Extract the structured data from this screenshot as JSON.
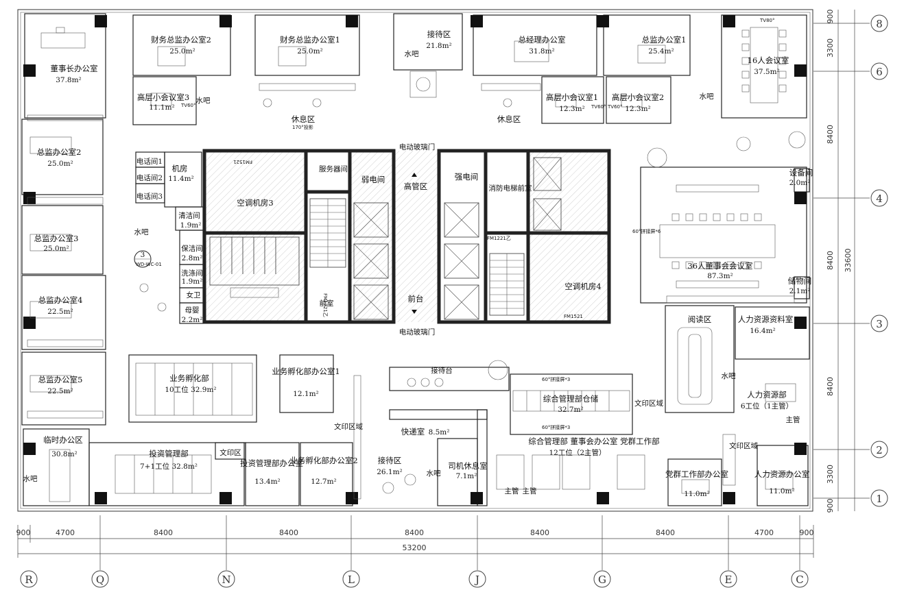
{
  "rooms": [
    {
      "name": "董事长办公室",
      "area": "37.8m²"
    },
    {
      "name": "财务总监办公室2",
      "area": "25.0m²"
    },
    {
      "name": "财务总监办公室1",
      "area": "25.0m²"
    },
    {
      "name": "接待区",
      "area": "21.8m²"
    },
    {
      "name": "总经理办公室",
      "area": "31.8m²"
    },
    {
      "name": "总监办公室1",
      "area": "25.4m²"
    },
    {
      "name": "16人会议室",
      "area": "37.5m²"
    },
    {
      "name": "高层小会议室3",
      "area": "11.1m²"
    },
    {
      "name": "高层小会议室1",
      "area": "12.3m²"
    },
    {
      "name": "高层小会议室2",
      "area": "12.3m²"
    },
    {
      "name": "总监办公室2",
      "area": "25.0m²"
    },
    {
      "name": "机房",
      "area": "11.4m²"
    },
    {
      "name": "空调机房3",
      "area": ""
    },
    {
      "name": "弱电间",
      "area": ""
    },
    {
      "name": "强电间",
      "area": ""
    },
    {
      "name": "高管区",
      "area": ""
    },
    {
      "name": "设备间",
      "area": "2.0m²"
    },
    {
      "name": "总监办公室3",
      "area": "25.0m²"
    },
    {
      "name": "36人董事会会议室",
      "area": "87.3m²"
    },
    {
      "name": "总监办公室4",
      "area": "22.5m²"
    },
    {
      "name": "空调机房4",
      "area": ""
    },
    {
      "name": "储物间",
      "area": "2.1m²"
    },
    {
      "name": "前台",
      "area": ""
    },
    {
      "name": "阅读区",
      "area": ""
    },
    {
      "name": "人力资源资料室",
      "area": "16.4m²"
    },
    {
      "name": "业务孵化部",
      "area": "10工位 32.9m²"
    },
    {
      "name": "业务孵化部办公室1",
      "area": "12.1m²"
    },
    {
      "name": "综合管理部仓储",
      "area": "32.7m²"
    },
    {
      "name": "人力资源部",
      "area": "6工位（1主管）"
    },
    {
      "name": "总监办公室5",
      "area": "22.5m²"
    },
    {
      "name": "快递室",
      "area": "8.5m²"
    },
    {
      "name": "临时办公区",
      "area": "30.8m²"
    },
    {
      "name": "投资管理部",
      "area": "7+1工位 32.8m²"
    },
    {
      "name": "投资管理部办公室",
      "area": "13.4m²"
    },
    {
      "name": "业务孵化部办公室2",
      "area": "12.7m²"
    },
    {
      "name": "接待区",
      "area": "26.1m²"
    },
    {
      "name": "司机休息室",
      "area": "7.1m²"
    },
    {
      "name": "综合管理部 董事会办公室 党群工作部",
      "area": "12工位（2主管）"
    },
    {
      "name": "党群工作部办公室",
      "area": "11.0m²"
    },
    {
      "name": "人力资源办公室",
      "area": "11.0m²"
    }
  ],
  "small_rooms": [
    {
      "name": "电话间1"
    },
    {
      "name": "电话间2"
    },
    {
      "name": "电话间3"
    },
    {
      "name": "清洁间",
      "area": "1.9m²"
    },
    {
      "name": "保洁间",
      "area": "2.8m²"
    },
    {
      "name": "洗涤间",
      "area": "1.9m²"
    },
    {
      "name": "女卫"
    },
    {
      "name": "母婴",
      "area": "2.2m²"
    },
    {
      "name": "服务器间"
    },
    {
      "name": "消防电梯前室"
    },
    {
      "name": "前室"
    }
  ],
  "labels": {
    "rest_left": "休息区",
    "projection": "170°投影",
    "rest_right": "休息区",
    "glass_door_top": "电动玻璃门",
    "glass_door_bottom": "电动玻璃门",
    "water_bar": "水吧",
    "reception_desk": "接待台",
    "print_area": "文印区域",
    "print_room": "文印区",
    "main": "主管",
    "screen_left": "60°拼接屏*6",
    "screen_mid1": "60°拼接屏*3",
    "screen_mid2": "60°拼接屏*3",
    "tv1": "TV60°",
    "tv2": "TV80°",
    "tv3": "TV60°",
    "tv4": "TV60°",
    "fire_door_1": "FM1521",
    "fire_door_2": "FM1221乙",
    "fire_door_3": "FM1221乙",
    "fire_door_4": "FM1521",
    "mark_num": "3",
    "mark_code": "WD-WC-01"
  },
  "dimensions": {
    "bottom": [
      "900",
      "4700",
      "8400",
      "8400",
      "8400",
      "8400",
      "8400",
      "4700",
      "900"
    ],
    "total": "53200",
    "right": [
      "900",
      "3300",
      "8400",
      "8400",
      "8400",
      "3300",
      "900"
    ],
    "right_total": "33600"
  },
  "axes": {
    "columns": [
      "R",
      "Q",
      "N",
      "L",
      "J",
      "G",
      "E",
      "C"
    ],
    "rows": [
      "8",
      "6",
      "4",
      "3",
      "2",
      "1"
    ]
  }
}
